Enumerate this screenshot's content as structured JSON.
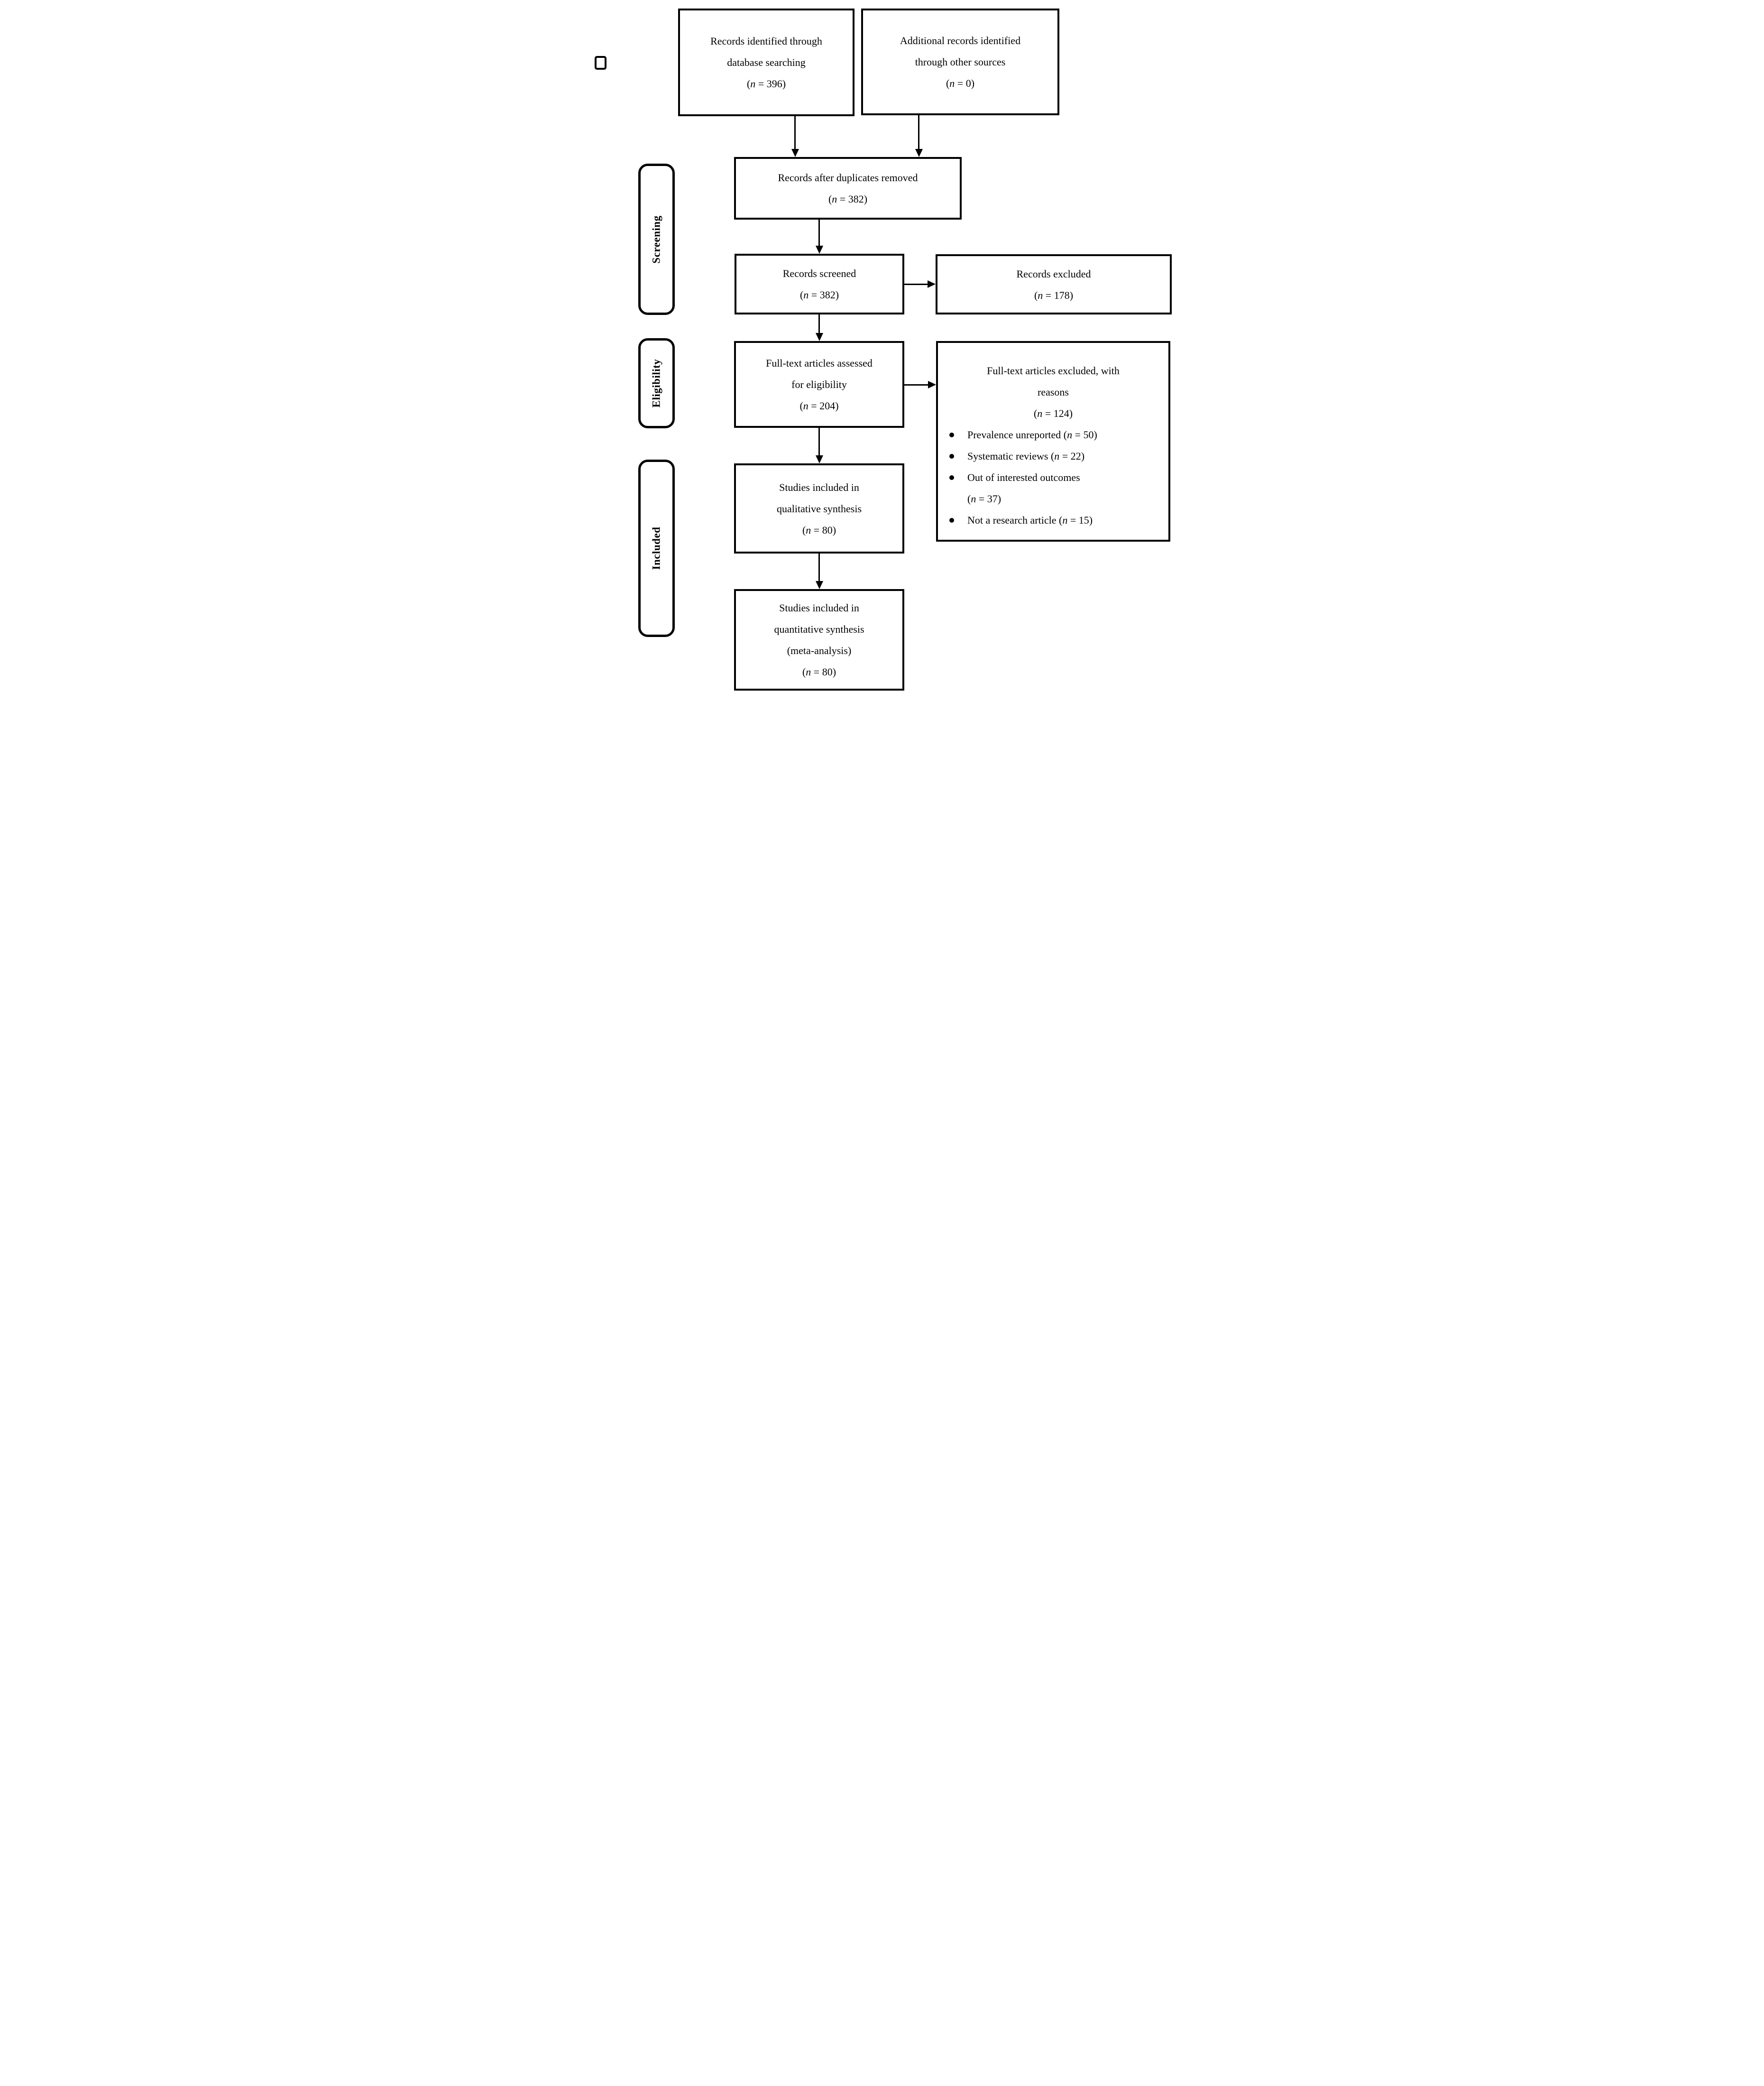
{
  "colors": {
    "foreground": "#000000",
    "background": "#ffffff"
  },
  "count_format": {
    "open": "(",
    "var": "n",
    "eq": " = ",
    "close": ")"
  },
  "stages": {
    "screening": "Screening",
    "eligibility": "Eligibility",
    "included": "Included"
  },
  "boxes": {
    "identified": {
      "lines": [
        "Records identified through",
        "database searching"
      ],
      "count": "396"
    },
    "additional": {
      "lines": [
        "Additional records identified",
        "through other sources"
      ],
      "count": "0"
    },
    "deduplicated": {
      "lines": [
        "Records after duplicates removed"
      ],
      "count": "382"
    },
    "screened": {
      "lines": [
        "Records screened"
      ],
      "count": "382"
    },
    "records_excluded": {
      "lines": [
        "Records excluded"
      ],
      "count": "178"
    },
    "fulltext_assessed": {
      "lines": [
        "Full-text articles assessed",
        "for eligibility"
      ],
      "count": "204"
    },
    "fulltext_excluded": {
      "lines": [
        "Full-text articles excluded, with",
        "reasons"
      ],
      "count": "124",
      "reasons": [
        {
          "label": "Prevalence unreported ",
          "count": "50"
        },
        {
          "label": "Systematic reviews ",
          "count": "22"
        },
        {
          "label": "Out of interested outcomes",
          "count": "37"
        },
        {
          "label": "Not a research article ",
          "count": "15"
        }
      ]
    },
    "qualitative": {
      "lines": [
        "Studies included in",
        "qualitative synthesis"
      ],
      "count": "80"
    },
    "quantitative": {
      "lines": [
        "Studies included in",
        "quantitative synthesis",
        "(meta-analysis)"
      ],
      "count": "80"
    }
  }
}
